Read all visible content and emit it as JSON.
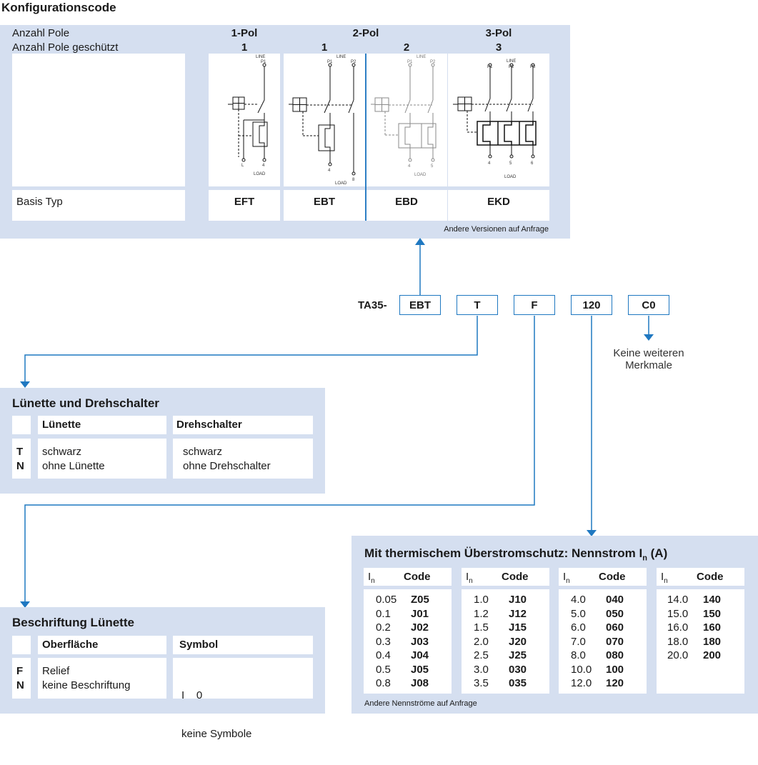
{
  "page_title": "Konfigurationscode",
  "config": {
    "row_poles_label": "Anzahl Pole",
    "row_protected_label": "Anzahl Pole geschützt",
    "groups": [
      "1-Pol",
      "2-Pol",
      "3-Pol"
    ],
    "protected_counts": [
      "1",
      "1",
      "2",
      "3"
    ],
    "basis_label": "Basis Typ",
    "basis_types": [
      "EFT",
      "EBT",
      "EBD",
      "EKD"
    ],
    "note": "Andere Versionen auf Anfrage",
    "schematic_text": {
      "line": "LINE",
      "load": "LOAD",
      "p1": "P1",
      "p2": "P2",
      "p3": "P3",
      "t_eft_a": "L",
      "t_eft_b": "4",
      "t_ebt_a": "4",
      "t_ebt_b": "8",
      "t_ebd_a": "4",
      "t_ebd_b": "5",
      "t_ekd_a": "4",
      "t_ekd_b": "5",
      "t_ekd_c": "6"
    }
  },
  "code": {
    "prefix": "TA35-",
    "segments": [
      "EBT",
      "T",
      "F",
      "120",
      "C0"
    ],
    "c0_note_line1": "Keine weiteren",
    "c0_note_line2": "Merkmale"
  },
  "luenette": {
    "title": "Lünette und Drehschalter",
    "col1": "Lünette",
    "col2": "Drehschalter",
    "codes": [
      "T",
      "N"
    ],
    "col1_values": [
      "schwarz",
      "ohne Lünette"
    ],
    "col2_values": [
      "schwarz",
      "ohne Drehschalter"
    ]
  },
  "beschriftung": {
    "title": "Beschriftung Lünette",
    "col1": "Oberfläche",
    "col2": "Symbol",
    "codes": [
      "F",
      "N"
    ],
    "col1_values": [
      "Relief",
      "keine Beschriftung"
    ],
    "col2_values": [
      "I    0",
      "keine Symbole"
    ]
  },
  "current": {
    "title_main": "Mit thermischem Überstromschutz: Nennstrom I",
    "title_sub": "n",
    "title_end": " (A)",
    "hdr_i": "I",
    "hdr_sub": "n",
    "hdr_code": "Code",
    "columns": [
      {
        "values": [
          "0.05",
          "0.1",
          "0.2",
          "0.3",
          "0.4",
          "0.5",
          "0.8"
        ],
        "codes": [
          "Z05",
          "J01",
          "J02",
          "J03",
          "J04",
          "J05",
          "J08"
        ]
      },
      {
        "values": [
          "1.0",
          "1.2",
          "1.5",
          "2.0",
          "2.5",
          "3.0",
          "3.5"
        ],
        "codes": [
          "J10",
          "J12",
          "J15",
          "J20",
          "J25",
          "030",
          "035"
        ]
      },
      {
        "values": [
          "4.0",
          "5.0",
          "6.0",
          "7.0",
          "8.0",
          "10.0",
          "12.0"
        ],
        "codes": [
          "040",
          "050",
          "060",
          "070",
          "080",
          "100",
          "120"
        ]
      },
      {
        "values": [
          "14.0",
          "15.0",
          "16.0",
          "18.0",
          "20.0"
        ],
        "codes": [
          "140",
          "150",
          "160",
          "180",
          "200"
        ]
      }
    ],
    "note": "Andere Nennströme auf Anfrage"
  },
  "colors": {
    "panel": "#d5dff0",
    "accent": "#1f78c1"
  }
}
